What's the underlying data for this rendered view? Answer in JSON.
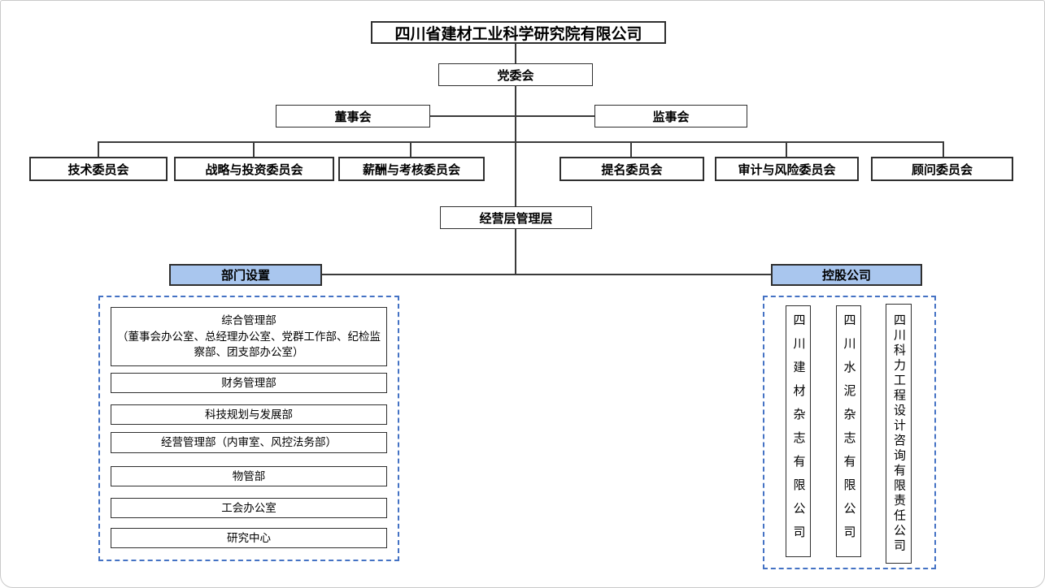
{
  "chart": {
    "root": "四川省建材工业科学研究院有限公司",
    "party_committee": "党委会",
    "board": "董事会",
    "supervisory_board": "监事会",
    "committees": [
      "技术委员会",
      "战略与投资委员会",
      "薪酬与考核委员会",
      "提名委员会",
      "审计与风险委员会",
      "顾问委员会"
    ],
    "management": "经营层管理层",
    "departments_header": "部门设置",
    "holdings_header": "控股公司",
    "departments": [
      {
        "name": "综合管理部",
        "detail": "（董事会办公室、总经理办公室、党群工作部、纪检监察部、团支部办公室）"
      },
      {
        "name": "财务管理部"
      },
      {
        "name": "科技规划与发展部"
      },
      {
        "name": "经营管理部（内审室、风控法务部）"
      },
      {
        "name": "物管部"
      },
      {
        "name": "工会办公室"
      },
      {
        "name": "研究中心"
      }
    ],
    "holdings": [
      "四川建材杂志有限公司",
      "四川水泥杂志有限公司",
      "四川科力工程设计咨询有限责任公司"
    ]
  },
  "colors": {
    "header-fill": "#a9c6ee",
    "dashed-border": "#4472c4",
    "line-color": "#3b3b3b",
    "node-border": "#2f2f2f"
  }
}
